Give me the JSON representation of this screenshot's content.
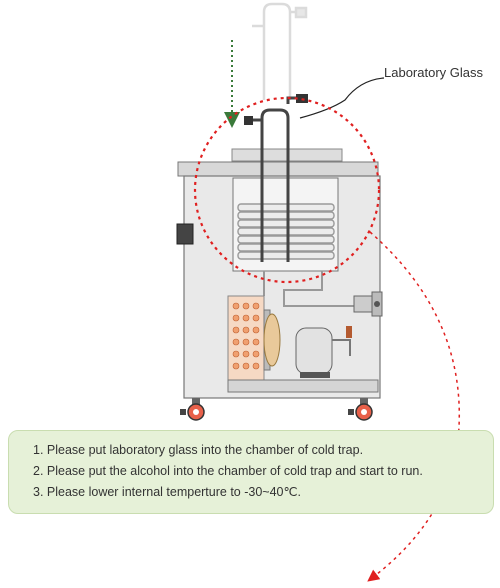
{
  "callout": {
    "label": "Laboratory Glass"
  },
  "instructions": {
    "steps": [
      "1. Please put laboratory glass into the chamber of cold trap.",
      "2. Please put the alcohol into the chamber of cold trap and start to run.",
      "3. Please lower internal temperture to -30~40℃."
    ]
  },
  "colors": {
    "highlight_circle": "#e02020",
    "insert_arrow": "#3a7a3a",
    "instruction_box_fill": "#e6f1d8",
    "instruction_box_border": "#c9ddb0",
    "cabinet_fill": "#e9e9e9",
    "chamber_fill": "#f4f4f4",
    "caster_wheel": "#e8604a",
    "condenser_coil": "#f0a070"
  }
}
